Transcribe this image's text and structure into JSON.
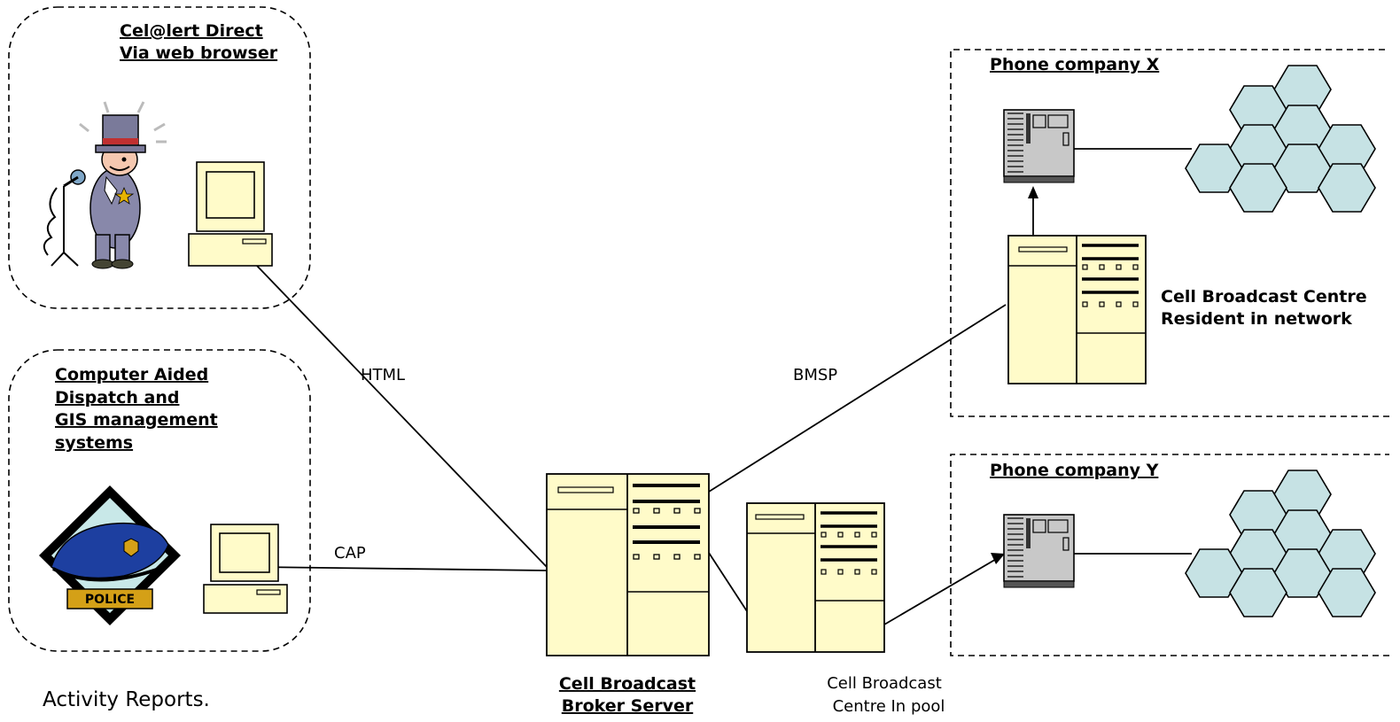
{
  "groups": {
    "celert": {
      "title_line1": "Cel@lert Direct",
      "title_line2": "Via web browser"
    },
    "cad": {
      "title_line1": "Computer Aided",
      "title_line2": "Dispatch and",
      "title_line3": "GIS  management",
      "title_line4": "systems",
      "badge_text": "POLICE"
    },
    "phone_x": {
      "title": "Phone company  X"
    },
    "phone_y": {
      "title": "Phone company  Y"
    }
  },
  "nodes": {
    "broker": {
      "line1": "Cell Broadcast",
      "line2": "Broker Server"
    },
    "cbc_pool": {
      "line1": "Cell Broadcast",
      "line2": "Centre In pool"
    },
    "cbc_resident": {
      "line1": "Cell Broadcast Centre",
      "line2": "Resident in network"
    }
  },
  "edges": {
    "html": "HTML",
    "cap": "CAP",
    "bmsp": "BMSP"
  },
  "footer": {
    "activity_reports": "Activity Reports."
  },
  "colors": {
    "server_fill": "#fffbc9",
    "hex_fill": "#c6e2e4",
    "tower_fill": "#c8c8c8",
    "police_badge": "#d4a017",
    "police_hat": "#1d3fa0"
  }
}
